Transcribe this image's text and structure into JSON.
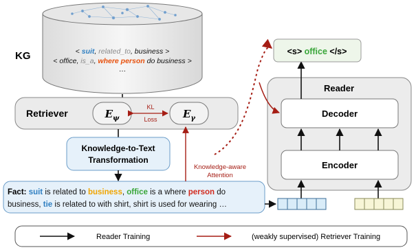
{
  "kg": {
    "label": "KG",
    "triple1": {
      "open": "< ",
      "subject": "suit",
      "sep1": ", ",
      "relation": "related_to",
      "sep2": ", ",
      "object": "business",
      "close": " >"
    },
    "triple2": {
      "open": "< ",
      "subject": "office",
      "sep1": ", ",
      "relation": "is_a",
      "sep2": ", ",
      "object": "where person",
      "object_rest": " do business",
      "close": " >"
    },
    "ellipsis": "…"
  },
  "retriever": {
    "label": "Retriever",
    "e_psi": "E",
    "e_psi_sub": "ψ",
    "e_gamma": "E",
    "e_gamma_sub": "γ",
    "kl_line1": "KL",
    "kl_line2": "Loss"
  },
  "transform": {
    "line1": "Knowledge-to-Text",
    "line2": "Transformation"
  },
  "attention": {
    "line1": "Knowledge-aware",
    "line2": "Attention"
  },
  "fact": {
    "label": "Fact:",
    "line1": [
      {
        "t": " ",
        "c": "plain"
      },
      {
        "t": "suit",
        "c": "blue"
      },
      {
        "t": " is related to ",
        "c": "plain"
      },
      {
        "t": "business",
        "c": "orange"
      },
      {
        "t": ", ",
        "c": "plain"
      },
      {
        "t": "office",
        "c": "green"
      },
      {
        "t": " is a where ",
        "c": "plain"
      },
      {
        "t": "person",
        "c": "red"
      },
      {
        "t": " do",
        "c": "plain"
      }
    ],
    "line2": [
      {
        "t": "business, ",
        "c": "plain"
      },
      {
        "t": "tie",
        "c": "blue"
      },
      {
        "t": " is related to with shirt, shirt is used for wearing …",
        "c": "plain"
      }
    ]
  },
  "reader": {
    "label": "Reader",
    "decoder": "Decoder",
    "encoder": "Encoder",
    "output_open": "<s> ",
    "output_word": "office",
    "output_close": " </s>"
  },
  "legend": {
    "reader_training": "Reader Training",
    "retriever_training": "(weakly supervised)  Retriever Training"
  },
  "colors": {
    "blue": "#2f7fc1",
    "orange": "#f0a500",
    "green": "#3aa63a",
    "red": "#d22b1f",
    "gray_text": "#8a8a8a",
    "dark_red": "#a51d14",
    "accent_box": "#e6f1fa",
    "reader_bg": "#ececec"
  }
}
